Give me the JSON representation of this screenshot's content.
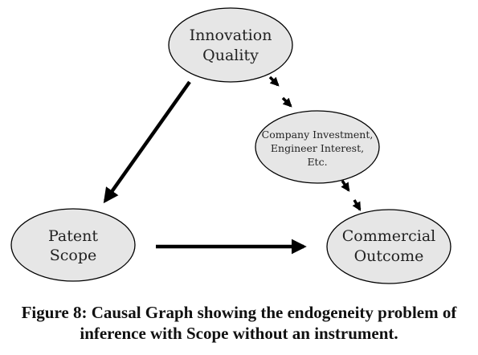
{
  "nodes": {
    "innovation_quality": {
      "lines": [
        "Innovation",
        "Quality"
      ]
    },
    "company_investment": {
      "lines": [
        "Company Investment,",
        "Engineer Interest,",
        "Etc."
      ]
    },
    "patent_scope": {
      "lines": [
        "Patent",
        "Scope"
      ]
    },
    "commercial_outcome": {
      "lines": [
        "Commercial",
        "Outcome"
      ]
    }
  },
  "caption": {
    "line1": "Figure 8: Causal Graph showing the endogeneity problem of",
    "line2": "inference with Scope without an instrument."
  },
  "colors": {
    "node_fill": "#e6e6e6",
    "stroke": "#000000",
    "text": "#222222"
  }
}
